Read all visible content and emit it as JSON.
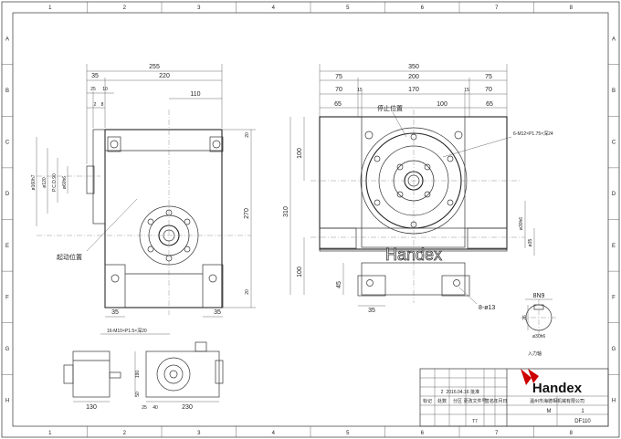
{
  "frame": {
    "columns": [
      "1",
      "2",
      "3",
      "4",
      "5",
      "6",
      "7",
      "8"
    ],
    "rows": [
      "A",
      "B",
      "C",
      "D",
      "E",
      "F",
      "G",
      "H"
    ]
  },
  "left_view": {
    "dims_top": [
      "255",
      "35",
      "220",
      "25",
      "10",
      "110",
      "2",
      "8"
    ],
    "dims_left": [
      "ø160h7",
      "ø120",
      "P.C.D.90",
      "ø60h6"
    ],
    "dims_right": [
      "20",
      "270",
      "20"
    ],
    "dims_bottom": [
      "35",
      "35"
    ],
    "label_start": "起动位置"
  },
  "right_view": {
    "dims_top": [
      "350",
      "75",
      "200",
      "75",
      "70",
      "15",
      "170",
      "15",
      "70",
      "65",
      "100",
      "65"
    ],
    "dims_left": [
      "310",
      "100",
      "100",
      "45"
    ],
    "dims_right": [
      "ø30h6",
      "ø35"
    ],
    "dims_bottom": [
      "35"
    ],
    "label_stop": "停止位置",
    "label_thread": "6-M12×P1.75×深24",
    "label_holes": "8-ø13",
    "brand": "Handex"
  },
  "shaft_detail": {
    "key": "8N9",
    "dim": "26",
    "dia": "ø30h6",
    "caption": "入力轴"
  },
  "small_views": {
    "thread_note": "16-M10×P1.5×深20",
    "dims": [
      "190",
      "50",
      "40",
      "130",
      "25",
      "230"
    ]
  },
  "title_block": {
    "brand": "Handex",
    "company": "温州市海德相机械有限公司",
    "scale": "1",
    "model": "DF110",
    "rev": "M",
    "marks": [
      "标记",
      "处数",
      "分区",
      "更改文件号",
      "签名",
      "年月日"
    ],
    "row_values": [
      "2",
      "2016.04.16",
      "批准"
    ],
    "code": "T7"
  }
}
